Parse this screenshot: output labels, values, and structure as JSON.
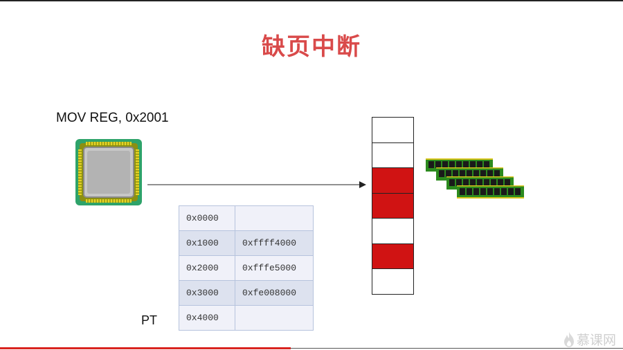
{
  "slide": {
    "title": "缺页中断",
    "instruction": "MOV REG, 0x2001",
    "page_table_label": "PT",
    "brand": "慕课网"
  },
  "page_table": {
    "rows": [
      {
        "virtual": "0x0000",
        "physical": ""
      },
      {
        "virtual": "0x1000",
        "physical": "0xffff4000"
      },
      {
        "virtual": "0x2000",
        "physical": "0xfffe5000"
      },
      {
        "virtual": "0x3000",
        "physical": "0xfe008000"
      },
      {
        "virtual": "0x4000",
        "physical": ""
      }
    ]
  },
  "memory": {
    "frames": [
      "free",
      "free",
      "used",
      "used",
      "free",
      "used",
      "free"
    ]
  },
  "colors": {
    "title": "#d94a4a",
    "used_frame": "#d01313",
    "cpu_board": "#2ea36a",
    "ram_chip": "#1a1a1a",
    "ram_board": "#2c8a1e"
  },
  "icons": {
    "cpu": "cpu-chip-icon",
    "ram": "ram-modules-icon",
    "brand": "flame-logo-icon"
  }
}
